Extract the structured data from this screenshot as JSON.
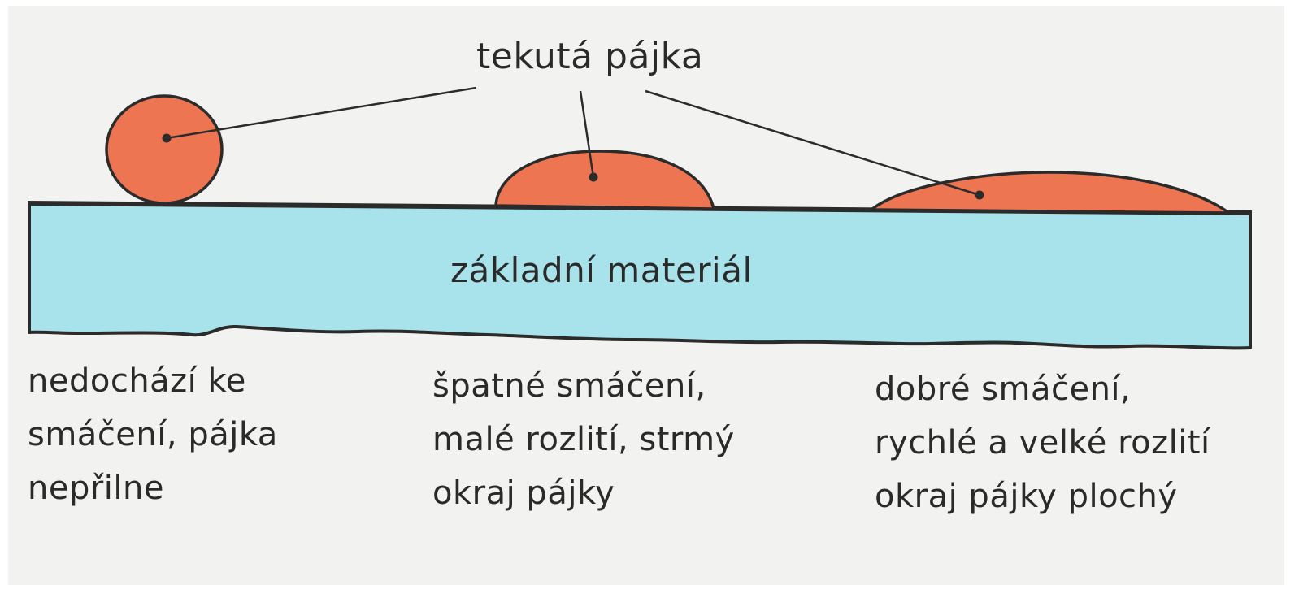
{
  "labels": {
    "liquid_solder": "tekutá pájka",
    "base_material": "základní materiál"
  },
  "captions": [
    {
      "lines": [
        "nedochází ke",
        "smáčení, pájka",
        "nepřilne"
      ]
    },
    {
      "lines": [
        "špatné smáčení,",
        "malé rozlití, strmý",
        "okraj pájky"
      ]
    },
    {
      "lines": [
        "dobré smáčení,",
        "rychlé a velké rozlití",
        "okraj pájky plochý"
      ]
    }
  ],
  "colors": {
    "background": "#f2f2f0",
    "base_material": "#a8e2ea",
    "solder": "#ee7552",
    "outline": "#2b2b2b"
  }
}
